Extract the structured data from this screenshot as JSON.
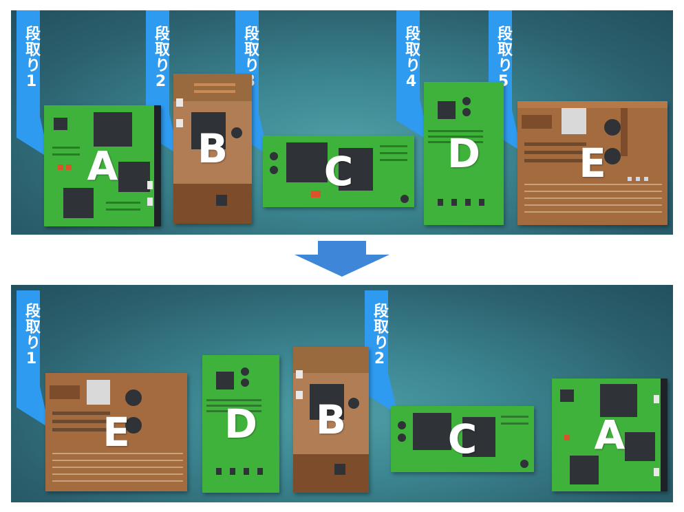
{
  "top_section": {
    "flags": [
      "段取り1",
      "段取り2",
      "段取り3",
      "段取り4",
      "段取り5"
    ],
    "boards": [
      "A",
      "B",
      "C",
      "D",
      "E"
    ]
  },
  "bottom_section": {
    "flags": [
      "段取り1",
      "段取り2"
    ],
    "boards": [
      "E",
      "D",
      "B",
      "C",
      "A"
    ]
  },
  "arrow_direction": "down",
  "colors": {
    "panel_background": "#3b8590",
    "flag_blue": "#2f9bf0",
    "board_green": "#3fb23c",
    "board_brown": "#a46b3e",
    "chip_dark": "#2f3236",
    "arrow_blue": "#3d86d8",
    "label_white": "#ffffff"
  }
}
